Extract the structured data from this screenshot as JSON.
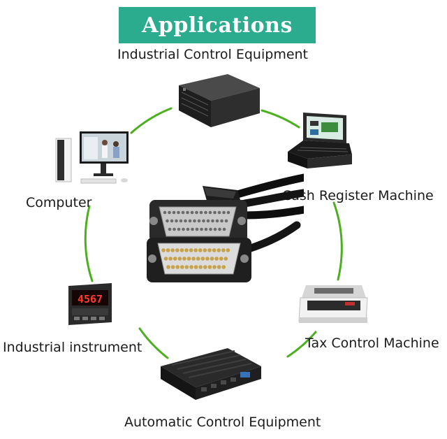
{
  "title": "Applications",
  "colors": {
    "banner": "#2bac8f",
    "ring": "#4caf1f",
    "text": "#1b1b1b"
  },
  "labels": {
    "top": "Industrial Control Equipment",
    "upper_right": "Cash Register Machine",
    "upper_left": "Computer",
    "lower_left": "Industrial instrument",
    "lower_right": "Tax Control Machine",
    "bottom": "Automatic Control Equipment"
  },
  "instrument_display": "4567",
  "icons": {
    "center": "db-connector-cable-icon",
    "top": "rack-server-icon",
    "upper_right": "cash-register-terminal-icon",
    "upper_left": "desktop-computer-icon",
    "lower_left": "panel-meter-icon",
    "lower_right": "dot-matrix-printer-icon",
    "bottom": "fanless-industrial-pc-icon"
  }
}
